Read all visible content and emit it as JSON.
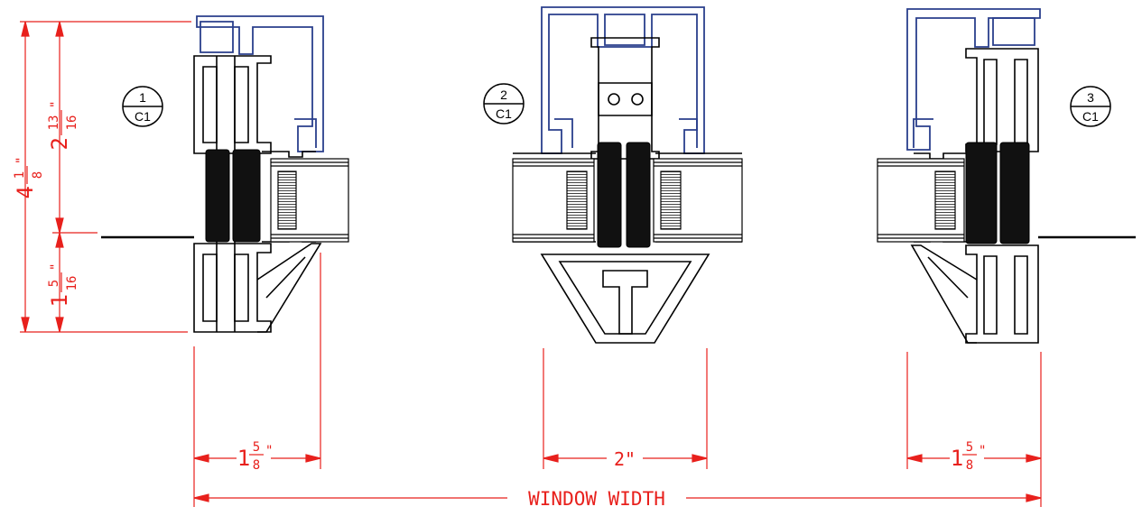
{
  "colors": {
    "dimension": "#e8201c",
    "frame": "#000000",
    "anchor": "#2a3f8c",
    "glass_fill": "#ffffff",
    "gasket_fill": "#111111",
    "spacer_hatch": "#444444",
    "background": "#ffffff"
  },
  "details": [
    {
      "number": "1",
      "sheet": "C1"
    },
    {
      "number": "2",
      "sheet": "C1"
    },
    {
      "number": "3",
      "sheet": "C1"
    }
  ],
  "dimensions": {
    "overall_height": {
      "whole": "4",
      "num": "1",
      "den": "8",
      "unit": "\""
    },
    "upper_height": {
      "whole": "2",
      "num": "13",
      "den": "16",
      "unit": "\""
    },
    "lower_height": {
      "whole": "1",
      "num": "5",
      "den": "16",
      "unit": "\""
    },
    "jamb_left_depth": {
      "whole": "1",
      "num": "5",
      "den": "8",
      "unit": "\""
    },
    "mullion_depth": {
      "text": "2\""
    },
    "jamb_right_depth": {
      "whole": "1",
      "num": "5",
      "den": "8",
      "unit": "\""
    },
    "overall_width": {
      "text": "WINDOW WIDTH"
    }
  }
}
